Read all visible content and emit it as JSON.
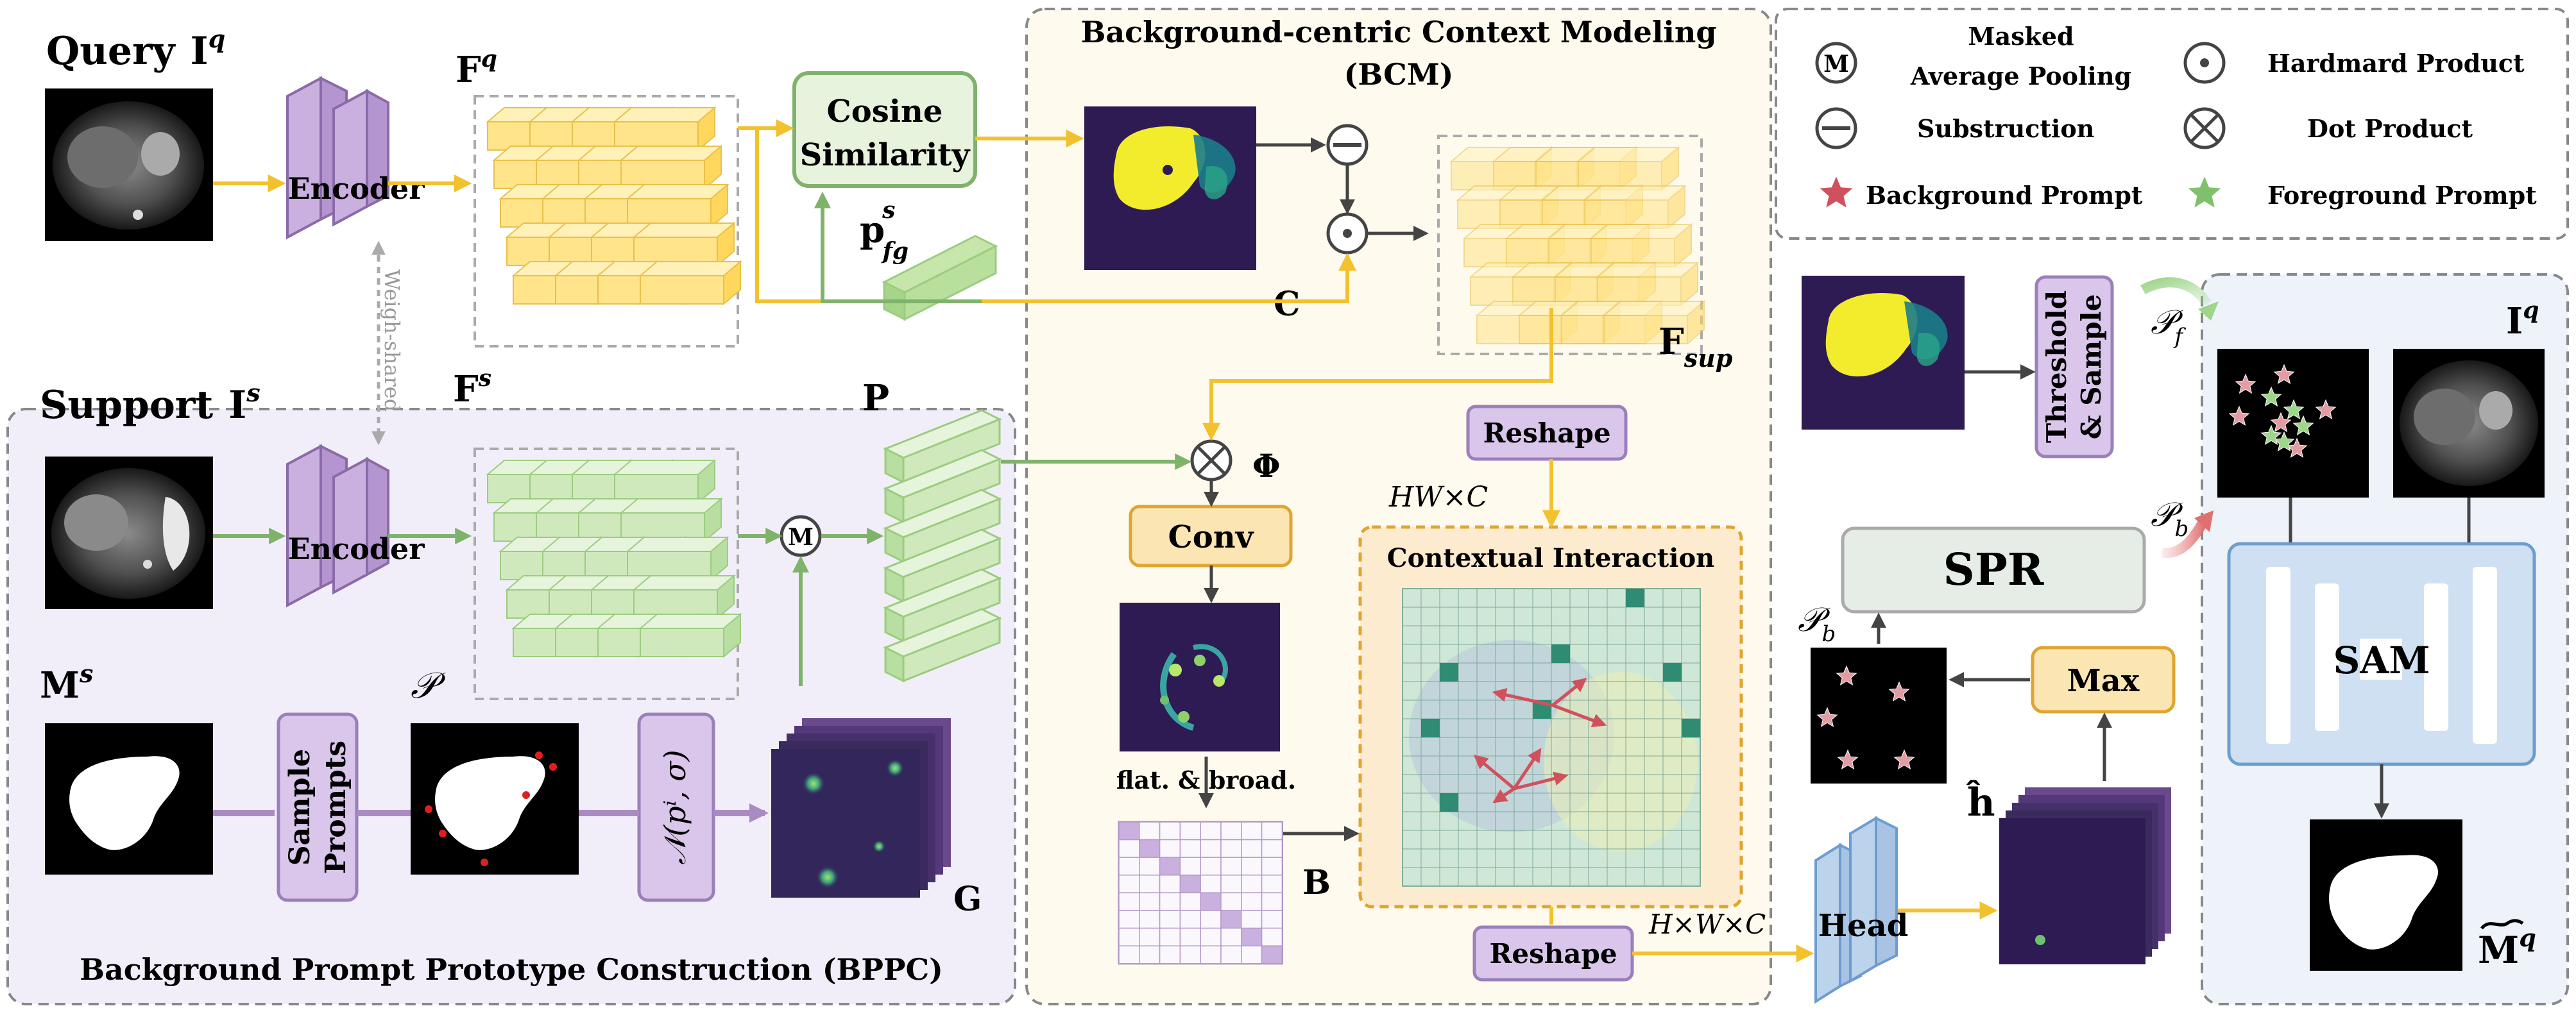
{
  "query": {
    "label": "Query",
    "sym": "I",
    "sup": "q"
  },
  "support": {
    "label": "Support",
    "sym": "I",
    "sup": "s"
  },
  "encoder": "Encoder",
  "weigh_shared": "Weigh-shared",
  "fq": {
    "sym": "F",
    "sup": "q"
  },
  "fs": {
    "sym": "F",
    "sup": "s"
  },
  "cosine": {
    "line1": "Cosine",
    "line2": "Similarity"
  },
  "pfg": {
    "sym": "p",
    "sup": "s",
    "sub": "fg"
  },
  "bcm": {
    "title": "Background-centric Context Modeling",
    "abbr": "(BCM)"
  },
  "c_label": "C",
  "fsup": {
    "sym": "F",
    "sub": "sup"
  },
  "p_label": "P",
  "phi": "Φ",
  "reshape_top": "Reshape",
  "reshape_bottom": "Reshape",
  "hw_c": "HW×C",
  "h_w_c": "H×W×C",
  "conv": "Conv",
  "flat_broad": "flat. & broad.",
  "b_label": "B",
  "contextual": "Contextual Interaction",
  "head": "Head",
  "hhat": "ĥ",
  "max": "Max",
  "spr": "SPR",
  "pb_small": {
    "sym": "𝒫",
    "sub": "b"
  },
  "pb_right": {
    "sym": "𝒫",
    "sub": "b"
  },
  "pf_right": {
    "sym": "𝒫",
    "sub": "f"
  },
  "threshold": {
    "line1": "Threshold",
    "line2": "& Sample"
  },
  "sam": "SAM",
  "iq_right": {
    "sym": "I",
    "sup": "q"
  },
  "mq_out": {
    "sym": "M",
    "sup": "q"
  },
  "ms": {
    "sym": "M",
    "sup": "s"
  },
  "sample_prompts": {
    "line1": "Sample",
    "line2": "Prompts"
  },
  "p_script": "𝒫",
  "gaussian": "𝒩(pⁱ, σ)",
  "g_label": "G",
  "bppc": "Background Prompt Prototype Construction (BPPC)",
  "legend": {
    "masked": {
      "symbol": "M",
      "line1": "Masked",
      "line2": "Average Pooling"
    },
    "hadamard": {
      "symbol": "⊙",
      "text": "Hardmard Product"
    },
    "subtraction": {
      "symbol": "⊖",
      "text": "Substruction"
    },
    "dot": {
      "symbol": "⊗",
      "text": "Dot Product"
    },
    "bg_prompt": {
      "text": "Background Prompt"
    },
    "fg_prompt": {
      "text": "Foreground Prompt"
    }
  },
  "colors": {
    "yellow_arrow": "#f2c12e",
    "green_arrow": "#7fb36b",
    "purple_arrow": "#a98bc2",
    "dark_arrow": "#444444",
    "bppc_fill": "#f1eefa",
    "bcm_fill": "#fffaee",
    "sam_fill": "#edf3f9",
    "star_bg": "#d0515c",
    "star_fg": "#7fc06a"
  }
}
